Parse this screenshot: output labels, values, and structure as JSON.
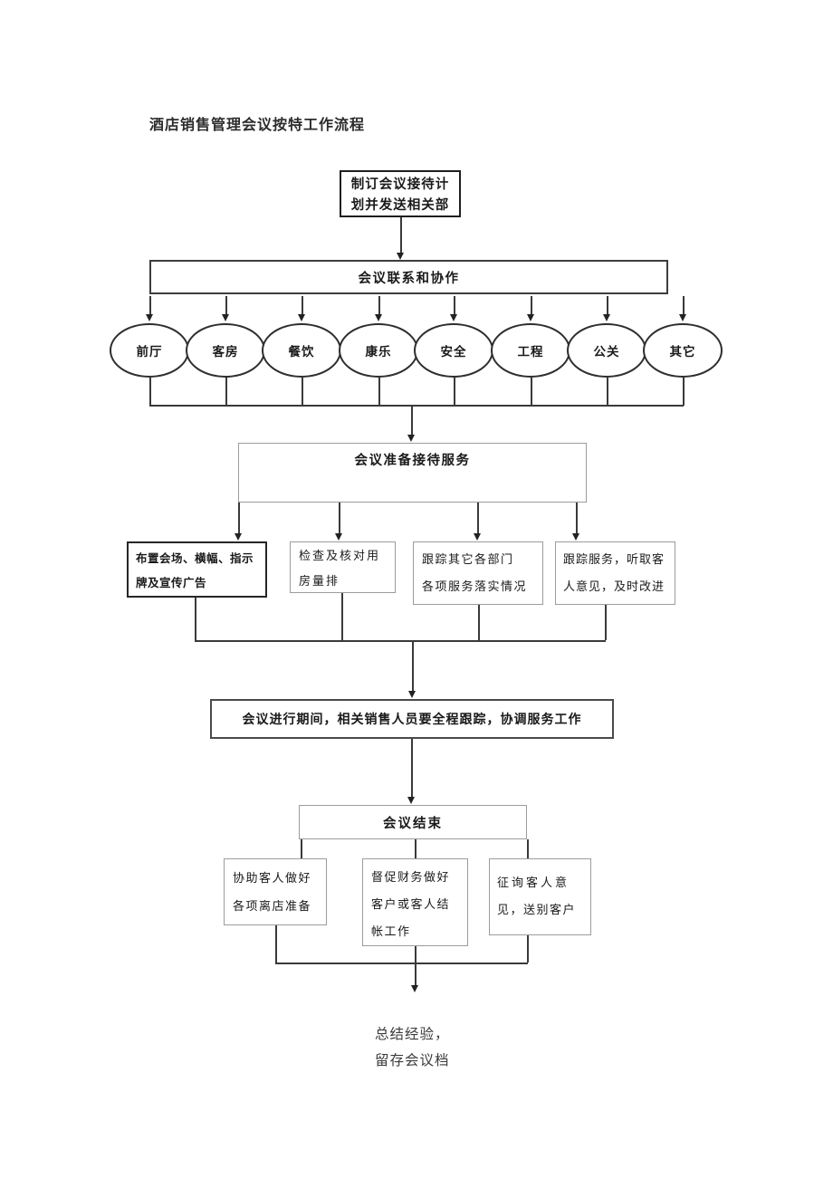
{
  "page": {
    "title": "酒店销售管理会议按特工作流程",
    "footer_lines": [
      "总结经验，",
      "留存会议档"
    ]
  },
  "flowchart": {
    "plan_box": {
      "lines": [
        "制订会议接待计",
        "划并发送相关部"
      ]
    },
    "liaison_box": {
      "label": "会议联系和协作"
    },
    "departments": [
      "前厅",
      "客房",
      "餐饮",
      "康乐",
      "安全",
      "工程",
      "公关",
      "其它"
    ],
    "prepare_box": {
      "label": "会议准备接待服务"
    },
    "prep_tasks": [
      {
        "lines": [
          "布置会场、横幅、指示",
          "牌及宣传广告"
        ]
      },
      {
        "lines": [
          "检查及核对用",
          "房量排"
        ]
      },
      {
        "lines": [
          "跟踪其它各部门",
          "各项服务落实情况"
        ]
      },
      {
        "lines": [
          "跟踪服务，听取客",
          "人意见，及时改进"
        ]
      }
    ],
    "during_box": {
      "label": "会议进行期间，相关销售人员要全程跟踪，协调服务工作"
    },
    "end_box": {
      "label": "会议结束"
    },
    "end_tasks": [
      {
        "lines": [
          "协助客人做好",
          "各项离店准备"
        ]
      },
      {
        "lines": [
          "督促财务做好",
          "客户或客人结",
          "帐工作"
        ]
      },
      {
        "lines": [
          "征询客人意",
          "见，送别客户"
        ]
      }
    ]
  },
  "colors": {
    "ink": "#1a1a1a",
    "line": "#3a3a3a",
    "border_dark": "#1f1f1f",
    "border_light": "#9c9c9c",
    "background": "#ffffff"
  }
}
